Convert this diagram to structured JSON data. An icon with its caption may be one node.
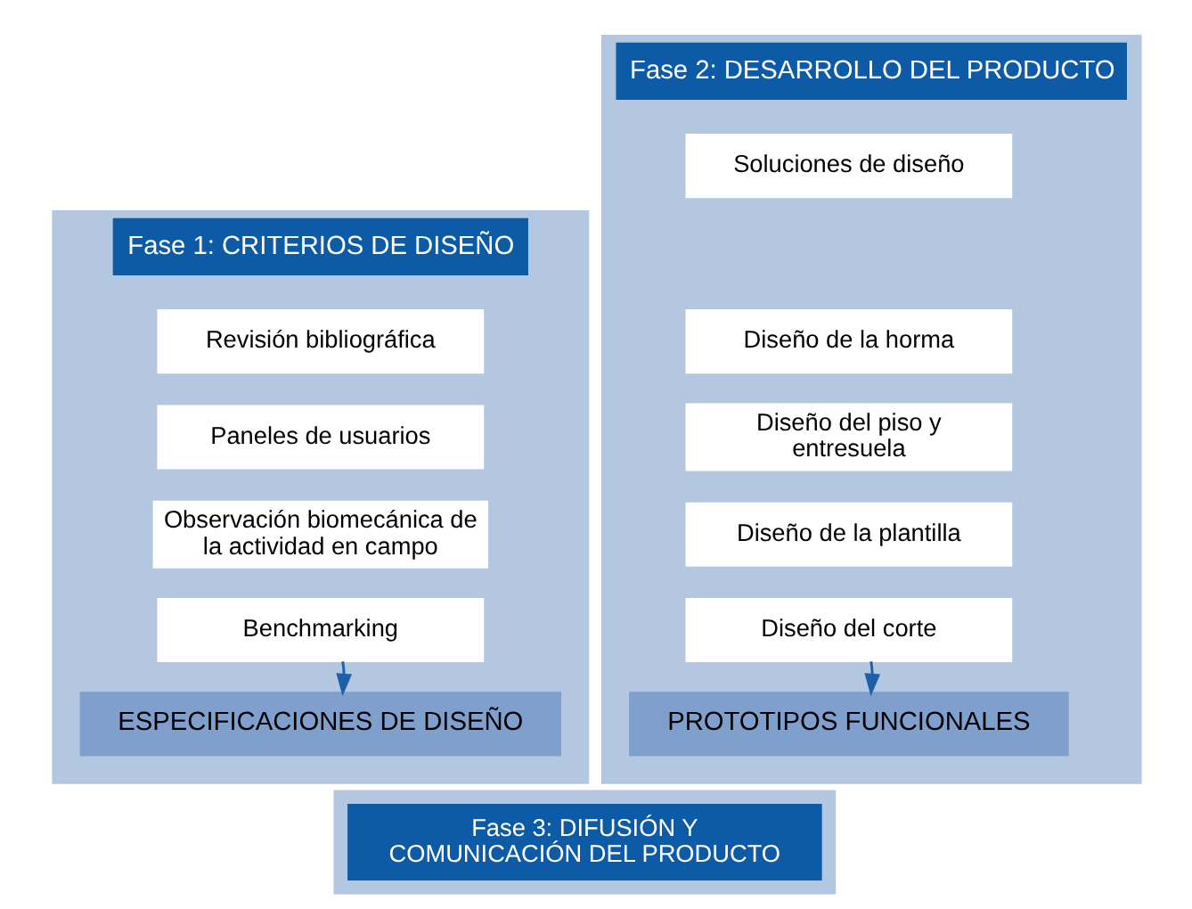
{
  "diagram": {
    "nodes": [
      {
        "text": [
          "Fase 1: CRITERIOS DE DISEÑO"
        ]
      },
      {
        "text": [
          "Revisión bibliográfica"
        ],
        "in": 0
      },
      {
        "text": [
          "Paneles de usuarios"
        ],
        "in": 0
      },
      {
        "text": [
          "Observación biomecánica de la actividad en campo"
        ],
        "in": 0
      },
      {
        "text": [
          "Benchmarking"
        ],
        "in": 0
      },
      {
        "text": [
          "ESPECIFICACIONES DE DISEÑO"
        ],
        "in": 0
      },
      {
        "text": [
          "Fase 2: DESARROLLO DEL PRODUCTO"
        ]
      },
      {
        "text": [
          "Soluciones de diseño"
        ],
        "in": 6
      },
      {
        "text": [
          "Diseño de la horma"
        ],
        "in": 6
      },
      {
        "text": [
          "Diseño del piso y entresuela"
        ],
        "in": 6
      },
      {
        "text": [
          "Diseño de la plantilla"
        ],
        "in": 6
      },
      {
        "text": [
          "Diseño del corte"
        ],
        "in": 6
      },
      {
        "text": [
          "PROTOTIPOS FUNCIONALES"
        ],
        "in": 6
      },
      {
        "text": [
          "Fase 3: DIFUSIÓN Y COMUNICACIÓN DEL PRODUCTO"
        ]
      }
    ],
    "edges": [
      {
        "from": 4,
        "to": 5,
        "arrow": "to"
      },
      {
        "from": 11,
        "to": 12,
        "arrow": "to"
      }
    ]
  }
}
